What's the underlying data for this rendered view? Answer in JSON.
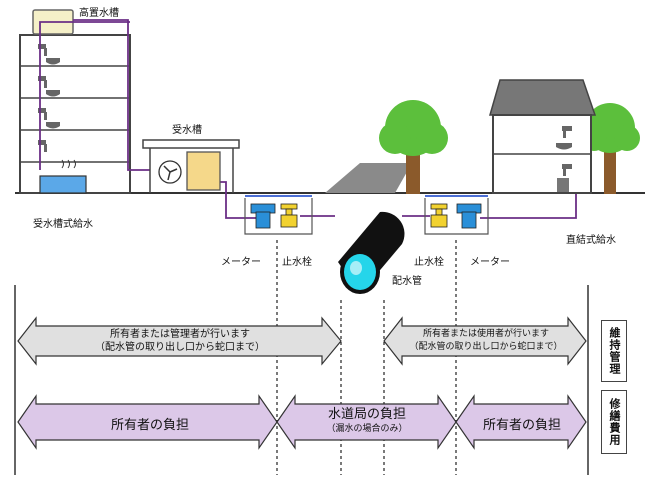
{
  "labels": {
    "elevated_tank": "高置水槽",
    "receiving_tank": "受水槽",
    "tank_supply": "受水槽式給水",
    "direct_supply": "直結式給水",
    "meter_left": "メーター",
    "stopcock_left": "止水栓",
    "stopcock_right": "止水栓",
    "meter_right": "メーター",
    "main_pipe": "配水管"
  },
  "maintenance": {
    "header": "維持管理",
    "left_line1": "所有者または管理者が行います",
    "left_line2": "（配水管の取り出し口から蛇口まで）",
    "right_line1": "所有者または使用者が行います",
    "right_line2": "（配水管の取り出し口から蛇口まで）"
  },
  "repair": {
    "header": "修繕費用",
    "left": "所有者の負担",
    "center": "水道局の負担",
    "center_sub": "（漏水の場合のみ）",
    "right": "所有者の負担"
  },
  "colors": {
    "pipe": "#6b2f86",
    "maintenance_fill": "#e0e0e0",
    "repair_fill": "#dcc8e8",
    "meter_blue": "#2a8fd8",
    "valve_yellow": "#f2d230",
    "tree_green": "#5cbf3c",
    "main_pipe_cyan": "#25d5ea"
  }
}
